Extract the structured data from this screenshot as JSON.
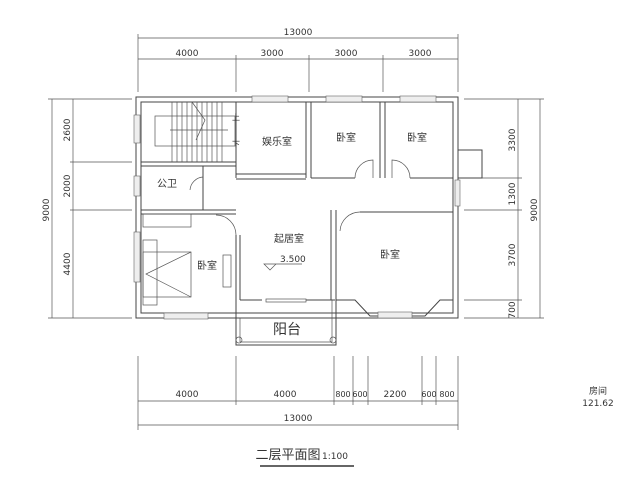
{
  "title": "二层平面图",
  "scale": "1:100",
  "area_label": "房间",
  "area_value": "121.62",
  "elevation": "3.500",
  "stair_up": "上",
  "stair_down": "下",
  "rooms": {
    "entertainment": "娱乐室",
    "bedroom_top_mid": "卧室",
    "bedroom_top_right": "卧室",
    "bathroom": "公卫",
    "living": "起居室",
    "bedroom_left": "卧室",
    "bedroom_right": "卧室",
    "balcony": "阳台"
  },
  "dims_top": {
    "total": "13000",
    "segments": [
      "4000",
      "3000",
      "3000",
      "3000"
    ]
  },
  "dims_bottom": {
    "total": "13000",
    "segments": [
      "4000",
      "4000",
      "800",
      "600",
      "2200",
      "600",
      "800"
    ]
  },
  "dims_left": {
    "total": "9000",
    "segments": [
      "2600",
      "2000",
      "4400"
    ]
  },
  "dims_right": {
    "total": "9000",
    "segments": [
      "3300",
      "1300",
      "3700",
      "700"
    ]
  }
}
